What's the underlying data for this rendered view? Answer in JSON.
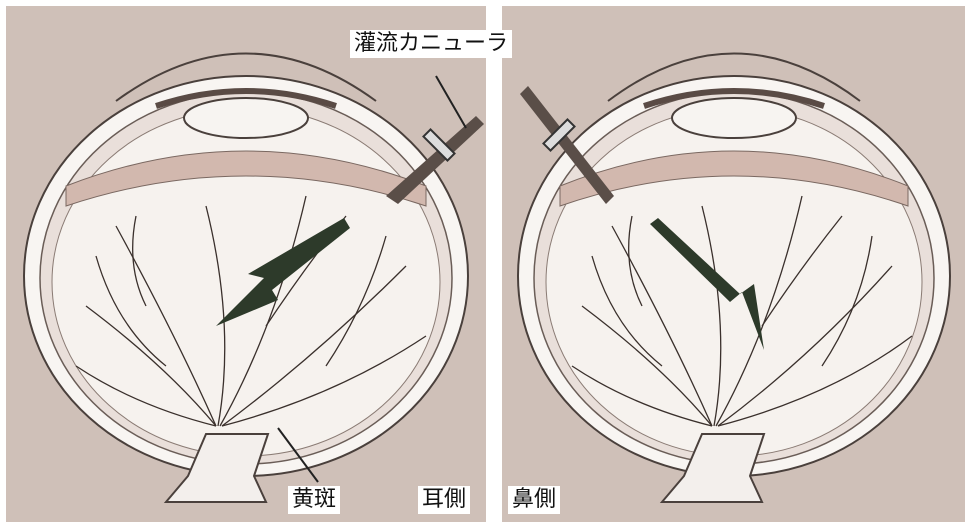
{
  "labels": {
    "cannula": "灌流カニューラ",
    "macula": "黄斑",
    "temporal": "耳側",
    "nasal": "鼻側"
  },
  "colors": {
    "background": "#cfc0b8",
    "sclera": "#f8f5f2",
    "choroid": "#d8c4bc",
    "vessel": "#3a302c",
    "arrow": "#2d3a2a"
  },
  "icons": {
    "flow_arrow": "bold-arrow-icon",
    "instrument": "cannula-icon"
  }
}
